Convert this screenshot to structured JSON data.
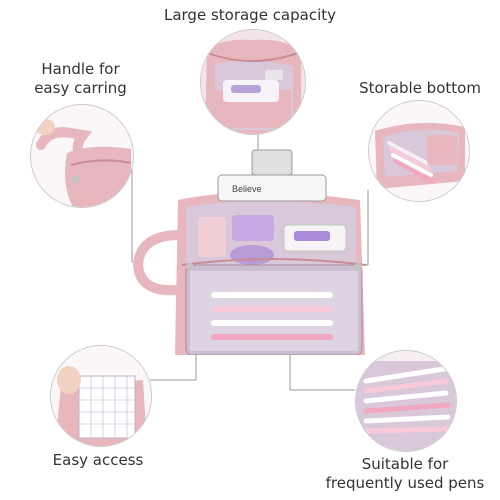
{
  "labels": {
    "top": "Large storage capacity",
    "top_left": "Handle for\neasy carring",
    "top_right": "Storable bottom",
    "bottom_left": "Easy access",
    "bottom_right": "Suitable for\nfrequently used pens"
  },
  "product": {
    "clip_brand": "Believe"
  },
  "colors": {
    "bag_pink": "#e8b7bd",
    "bag_dark_pink": "#c98c95",
    "lining_lavender": "#d9c7da",
    "leader_line": "#9a9a9a"
  }
}
